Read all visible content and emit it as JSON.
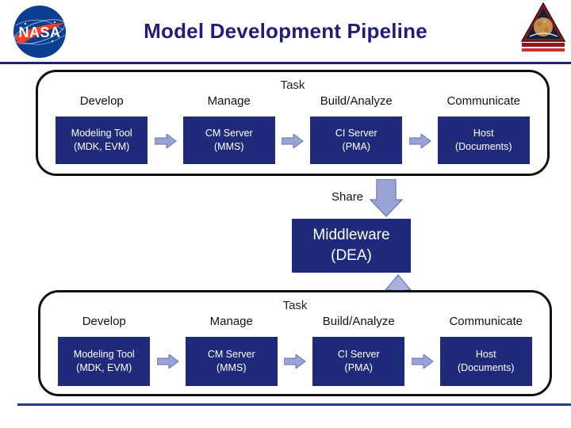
{
  "header": {
    "title": "Model Development Pipeline",
    "nasa_logo_text": "NASA",
    "nasa_logo_name": "nasa-meatball-logo",
    "patch_name": "mission-patch-logo"
  },
  "pipelines": [
    {
      "id": "top",
      "task_label": "Task",
      "columns": [
        "Develop",
        "Manage",
        "Build/Analyze",
        "Communicate"
      ],
      "stages": [
        {
          "line1": "Modeling Tool",
          "line2": "(MDK, EVM)"
        },
        {
          "line1": "CM Server",
          "line2": "(MMS)"
        },
        {
          "line1": "CI Server",
          "line2": "(PMA)"
        },
        {
          "line1": "Host",
          "line2": "(Documents)"
        }
      ]
    },
    {
      "id": "bottom",
      "task_label": "Task",
      "columns": [
        "Develop",
        "Manage",
        "Build/Analyze",
        "Communicate"
      ],
      "stages": [
        {
          "line1": "Modeling Tool",
          "line2": "(MDK, EVM)"
        },
        {
          "line1": "CM Server",
          "line2": "(MMS)"
        },
        {
          "line1": "CI Server",
          "line2": "(PMA)"
        },
        {
          "line1": "Host",
          "line2": "(Documents)"
        }
      ]
    }
  ],
  "middleware": {
    "line1": "Middleware",
    "line2": "(DEA)"
  },
  "share_label": "Share",
  "colors": {
    "box_fill": "#1F2A7A",
    "title_text": "#1F1F7A",
    "arrow_fill": "#99A3D4",
    "arrow_stroke": "#6672B8",
    "rule": "#1F3F8F"
  }
}
